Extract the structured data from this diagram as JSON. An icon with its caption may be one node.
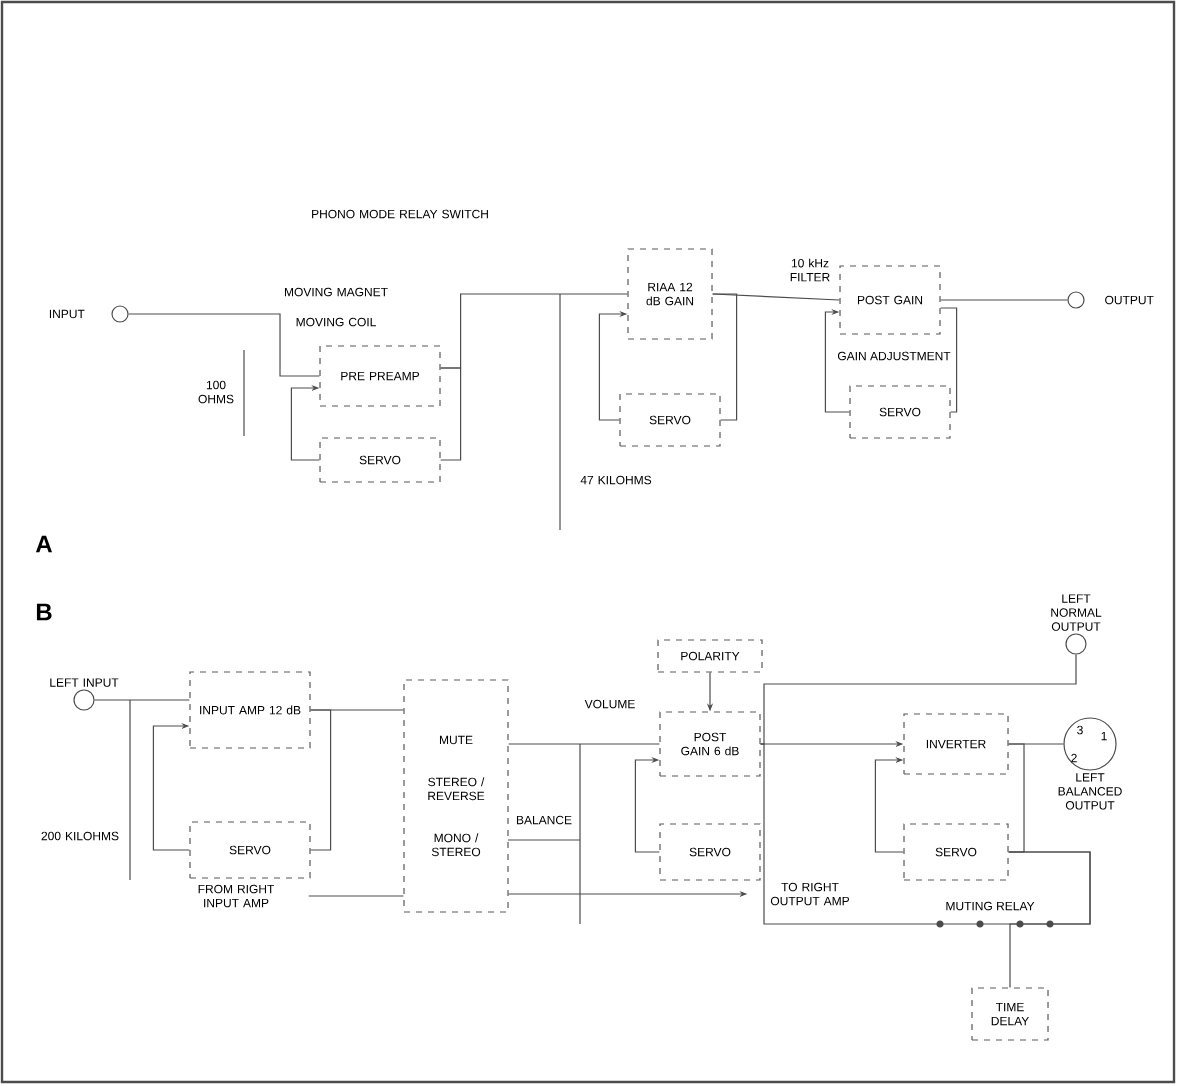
{
  "diagram": {
    "nodes": [
      {
        "text": [
          "INPUT"
        ]
      },
      {
        "text": [
          "PRE PREAMP"
        ]
      },
      {
        "text": [
          "SERVO"
        ]
      },
      {
        "text": [
          "RIAA 12 dB GAIN"
        ]
      },
      {
        "text": [
          "SERVO"
        ]
      },
      {
        "text": [
          "POST GAIN"
        ]
      },
      {
        "text": [
          "SERVO"
        ]
      },
      {
        "text": [
          "OUTPUT"
        ]
      },
      {
        "text": [
          "LEFT INPUT"
        ]
      },
      {
        "text": [
          "INPUT AMP 12 dB"
        ]
      },
      {
        "text": [
          "SERVO"
        ]
      },
      {
        "text": [
          "MUTE",
          "STEREO / REVERSE",
          "MONO / STEREO"
        ]
      },
      {
        "text": [
          "POLARITY"
        ]
      },
      {
        "text": [
          "POST GAIN 6 dB"
        ]
      },
      {
        "text": [
          "SERVO"
        ]
      },
      {
        "text": [
          "INVERTER"
        ]
      },
      {
        "text": [
          "SERVO"
        ]
      },
      {
        "text": [
          "LEFT NORMAL OUTPUT"
        ]
      },
      {
        "text": [
          "LEFT BALANCED OUTPUT"
        ]
      },
      {
        "text": [
          "TIME DELAY"
        ]
      },
      {
        "text": [
          "FROM RIGHT INPUT AMP"
        ]
      },
      {
        "text": [
          "TO RIGHT OUTPUT AMP"
        ]
      }
    ],
    "edges": [
      {
        "from": 0,
        "to": 1,
        "arrow": "none"
      },
      {
        "from": 1,
        "to": 2,
        "arrow": "none"
      },
      {
        "from": 2,
        "to": 1,
        "arrow": "to"
      },
      {
        "from": 1,
        "to": 3,
        "arrow": "none"
      },
      {
        "from": 3,
        "to": 4,
        "arrow": "none"
      },
      {
        "from": 4,
        "to": 3,
        "arrow": "to"
      },
      {
        "from": 3,
        "to": 5,
        "arrow": "none"
      },
      {
        "from": 5,
        "to": 6,
        "arrow": "none"
      },
      {
        "from": 6,
        "to": 5,
        "arrow": "to"
      },
      {
        "from": 5,
        "to": 7,
        "arrow": "none"
      },
      {
        "from": 8,
        "to": 9,
        "arrow": "none"
      },
      {
        "from": 9,
        "to": 11,
        "arrow": "none"
      },
      {
        "from": 9,
        "to": 10,
        "arrow": "none"
      },
      {
        "from": 10,
        "to": 9,
        "arrow": "to"
      },
      {
        "from": 20,
        "to": 11,
        "arrow": "none"
      },
      {
        "from": 11,
        "to": 13,
        "arrow": "none"
      },
      {
        "from": 12,
        "to": 13,
        "arrow": "to"
      },
      {
        "from": 14,
        "to": 13,
        "arrow": "to"
      },
      {
        "from": 11,
        "to": 21,
        "arrow": "to"
      },
      {
        "from": 13,
        "to": 15,
        "arrow": "to"
      },
      {
        "from": 13,
        "to": 17,
        "arrow": "none"
      },
      {
        "from": 15,
        "to": 18,
        "arrow": "none"
      },
      {
        "from": 15,
        "to": 16,
        "arrow": "none"
      },
      {
        "from": 16,
        "to": 15,
        "arrow": "to"
      },
      {
        "from": 13,
        "to": 16,
        "arrow": "none"
      },
      {
        "from": 19,
        "to": 16,
        "arrow": "none"
      }
    ],
    "labels": [
      "PHONO MODE RELAY SWITCH",
      "MOVING MAGNET",
      "MOVING COIL",
      "100 OHMS",
      "47 KILOHMS",
      "10 kHz FILTER",
      "GAIN ADJUSTMENT",
      "A",
      "B",
      "200 KILOHMS",
      "BALANCE",
      "VOLUME",
      "MUTING RELAY",
      "3",
      "2",
      "1"
    ]
  }
}
